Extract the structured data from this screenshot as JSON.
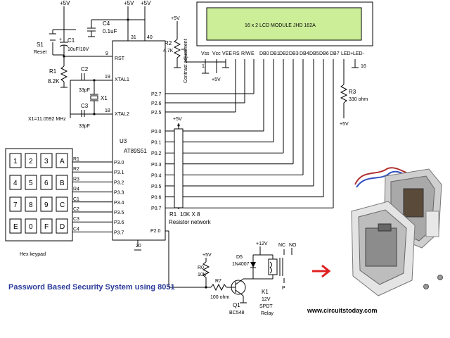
{
  "supply": {
    "vcc_top_s1": "+5V",
    "vcc_top_31": "+5V",
    "vcc_top_40": "+5V",
    "vcc_lcd": "+5V",
    "vcc_pot": "+5V",
    "vcc_led": "+5V",
    "vcc_rnet": "+5V",
    "vcc_r0": "+5V",
    "vcc_relay": "+12V"
  },
  "reset": {
    "s1": "S1",
    "s1_name": "Reset",
    "c1": "C1",
    "c1_value": "10uF/10V",
    "r1": "R1",
    "r1_value": "8.2K"
  },
  "crystal": {
    "c2": "C2",
    "c2_value": "33pF",
    "c3": "C3",
    "c3_value": "33pF",
    "x1": "X1",
    "x1_spec": "X1=11.0592 MHz"
  },
  "decoupling": {
    "c4": "C4",
    "c4_value": "0.1uF"
  },
  "mcu": {
    "ref": "U3",
    "part": "AT89S51",
    "left_pins": [
      {
        "num": "9",
        "name": "RST"
      },
      {
        "num": "19",
        "name": "XTAL1"
      },
      {
        "num": "18",
        "name": "XTAL2"
      }
    ],
    "top_pins": [
      "31",
      "40"
    ],
    "bottom_pin": "20",
    "port3": [
      "P3.0",
      "P3.1",
      "P3.2",
      "P3.3",
      "P3.4",
      "P3.5",
      "P3.6",
      "P3.7"
    ],
    "port2_lcd": [
      "P2.7",
      "P2.6",
      "P2.5"
    ],
    "port0": [
      "P0.0",
      "P0.1",
      "P0.2",
      "P0.3",
      "P0.4",
      "P0.5",
      "P0.6",
      "P0.7"
    ],
    "p2_0": "P2.0"
  },
  "keypad": {
    "label": "Hex keypad",
    "keys": [
      "1",
      "2",
      "3",
      "A",
      "4",
      "5",
      "6",
      "B",
      "7",
      "8",
      "9",
      "C",
      "E",
      "0",
      "F",
      "D"
    ],
    "lines": [
      "R1",
      "R2",
      "R3",
      "R4",
      "C1",
      "C2",
      "C3",
      "C4"
    ]
  },
  "lcd": {
    "title": "16 x 2 LCD MODULE  JHD  162A",
    "pins": [
      "Vss",
      "Vcc",
      "VEE",
      "RS",
      "R/W",
      "E",
      "DB0",
      "DB1",
      "DB2",
      "DB3",
      "DB4",
      "DB5",
      "DB6",
      "DB7",
      "LED+",
      "LED-"
    ],
    "pin_first": "1",
    "pin_last": "16",
    "backlight_color": "#ccee99"
  },
  "contrast": {
    "r2": "R2",
    "r2_value": "4.7K",
    "label": "Contrast adjustment"
  },
  "backlight_res": {
    "r3": "R3",
    "r3_value": "330 ohm"
  },
  "rnet": {
    "ref": "R1",
    "value": "10K X 8",
    "label": "Resistor network"
  },
  "driver": {
    "r0": "R0",
    "r0_value": "10K",
    "r7": "R7",
    "r7_value": "100 ohm",
    "q1": "Q1",
    "q1_part": "BC548",
    "d5": "D5",
    "d5_part": "1N4007",
    "k1": "K1",
    "k1_voltage": "12V",
    "k1_type": "SPDT",
    "k1_name": "Relay",
    "nc": "NC",
    "no": "NO",
    "p": "P"
  },
  "caption": "Password Based Security System using 8051",
  "website": "www.circuitstoday.com",
  "colors": {
    "caption": "#2a3a9a",
    "arrow": "#e02020"
  }
}
